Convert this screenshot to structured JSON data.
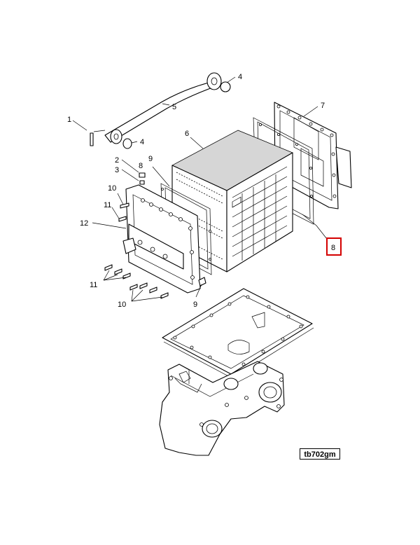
{
  "callouts": {
    "c1": "1",
    "c2": "2",
    "c3": "3",
    "c4a": "4",
    "c4b": "4",
    "c5": "5",
    "c6": "6",
    "c7": "7",
    "c8": "8",
    "c8b": "8",
    "c9a": "9",
    "c9b": "9",
    "c10a": "10",
    "c10b": "10",
    "c11a": "11",
    "c11b": "11",
    "c12": "12"
  },
  "highlight": {
    "callout": "8",
    "color": "#d40000"
  },
  "reference_code": "tb702gm"
}
